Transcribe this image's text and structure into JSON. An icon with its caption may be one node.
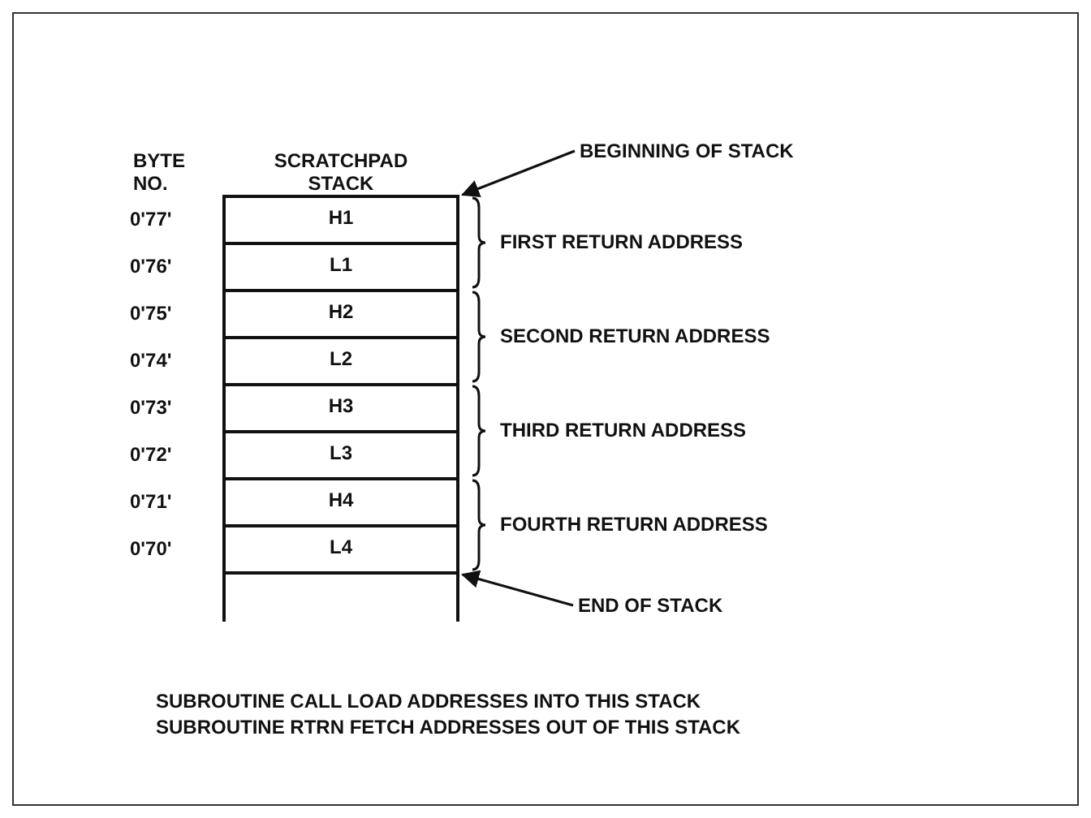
{
  "diagram": {
    "nodes": [
      {
        "text": [
          "H1"
        ]
      },
      {
        "text": [
          "L1"
        ]
      },
      {
        "text": [
          "H2"
        ]
      },
      {
        "text": [
          "L2"
        ]
      },
      {
        "text": [
          "H3"
        ]
      },
      {
        "text": [
          "L3"
        ]
      },
      {
        "text": [
          "H4"
        ]
      },
      {
        "text": [
          "L4"
        ]
      },
      {
        "text": [],
        "shape": "box"
      },
      {
        "text": [
          "BEGINNING OF STACK"
        ]
      },
      {
        "text": [
          "END OF STACK"
        ]
      }
    ],
    "edges": [
      {
        "from": 9,
        "to": 0,
        "arrow": "to"
      },
      {
        "from": 10,
        "to": 7,
        "arrow": "to"
      }
    ],
    "labels": [
      "BYTE NO.",
      "SCRATCHPAD STACK",
      "0'77'",
      "0'76'",
      "0'75'",
      "0'74'",
      "0'73'",
      "0'72'",
      "0'71'",
      "0'70'",
      "FIRST RETURN ADDRESS",
      "SECOND RETURN ADDRESS",
      "THIRD RETURN ADDRESS",
      "FOURTH RETURN ADDRESS",
      "SUBROUTINE CALL LOAD ADDRESSES INTO THIS STACK",
      "SUBROUTINE RTRN FETCH ADDRESSES OUT OF THIS STACK"
    ]
  }
}
